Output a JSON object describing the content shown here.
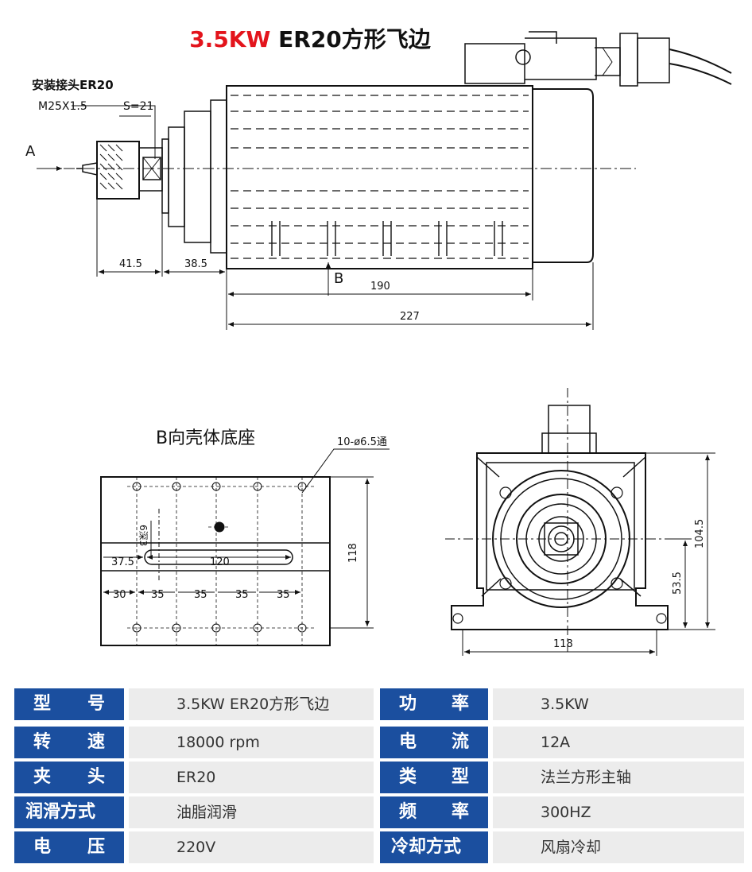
{
  "title": {
    "red_part": "3.5KW",
    "black_part": "ER20方形飞边"
  },
  "drawing": {
    "collet_label": "安装接头ER20",
    "thread_label": "M25X1.5",
    "wrench_label": "S=21",
    "view_a": "A",
    "view_b": "B",
    "dims_side": [
      "41.5",
      "38.5",
      "190",
      "227"
    ],
    "base_title": "B向壳体底座",
    "hole_note": "10-ø6.5通",
    "base_dims": [
      "37.5",
      "120",
      "6深3",
      "118",
      "30",
      "35",
      "35",
      "35",
      "35"
    ],
    "front_dims": [
      "104.5",
      "53.5",
      "118"
    ]
  },
  "specs": [
    {
      "label": "型号",
      "value": "3.5KW ER20方形飞边",
      "label2": "功率",
      "value2": "3.5KW"
    },
    {
      "label": "转速",
      "value": "18000 rpm",
      "label2": "电流",
      "value2": "12A"
    },
    {
      "label": "夹头",
      "value": "ER20",
      "label2": "类型",
      "value2": "法兰方形主轴"
    },
    {
      "label": "润滑方式",
      "value": "油脂润滑",
      "label2": "频率",
      "value2": "300HZ"
    },
    {
      "label": "电压",
      "value": "220V",
      "label2": "冷却方式",
      "value2": "风扇冷却"
    }
  ],
  "colors": {
    "accent_red": "#e3141c",
    "label_blue": "#1b4f9f",
    "value_gray": "#ececec"
  }
}
